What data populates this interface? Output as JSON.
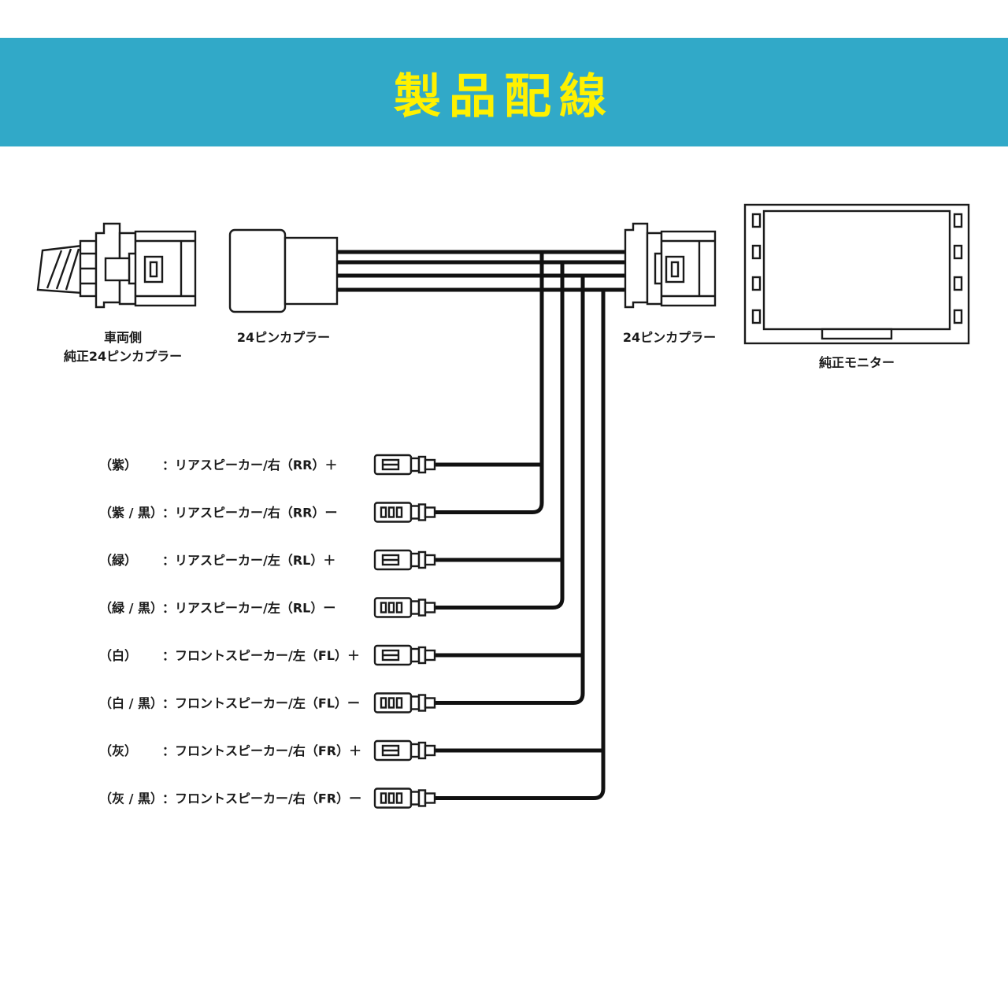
{
  "header": {
    "title": "製品配線",
    "background_color": "#31A9C8",
    "title_color": "#FFF100"
  },
  "components": {
    "vehicle_connector_label_line1": "車両側",
    "vehicle_connector_label_line2": "純正24ピンカプラー",
    "harness_left_coupler_label": "24ピンカプラー",
    "harness_right_coupler_label": "24ピンカプラー",
    "monitor_label": "純正モニター"
  },
  "wires": [
    {
      "color": "（紫）",
      "function": "：リアスピーカー/右（RR）＋",
      "terminal": "male"
    },
    {
      "color": "（紫 / 黒）",
      "function": "：リアスピーカー/右（RR）ー",
      "terminal": "female"
    },
    {
      "color": "（緑）",
      "function": "：リアスピーカー/左（RL）＋",
      "terminal": "male"
    },
    {
      "color": "（緑 / 黒）",
      "function": "：リアスピーカー/左（RL）ー",
      "terminal": "female"
    },
    {
      "color": "（白）",
      "function": "：フロントスピーカー/左（FL）＋",
      "terminal": "male"
    },
    {
      "color": "（白 / 黒）",
      "function": "：フロントスピーカー/左（FL）ー",
      "terminal": "female"
    },
    {
      "color": "（灰）",
      "function": "：フロントスピーカー/右（FR）＋",
      "terminal": "male"
    },
    {
      "color": "（灰 / 黒）",
      "function": "：フロントスピーカー/右（FR）ー",
      "terminal": "female"
    }
  ]
}
